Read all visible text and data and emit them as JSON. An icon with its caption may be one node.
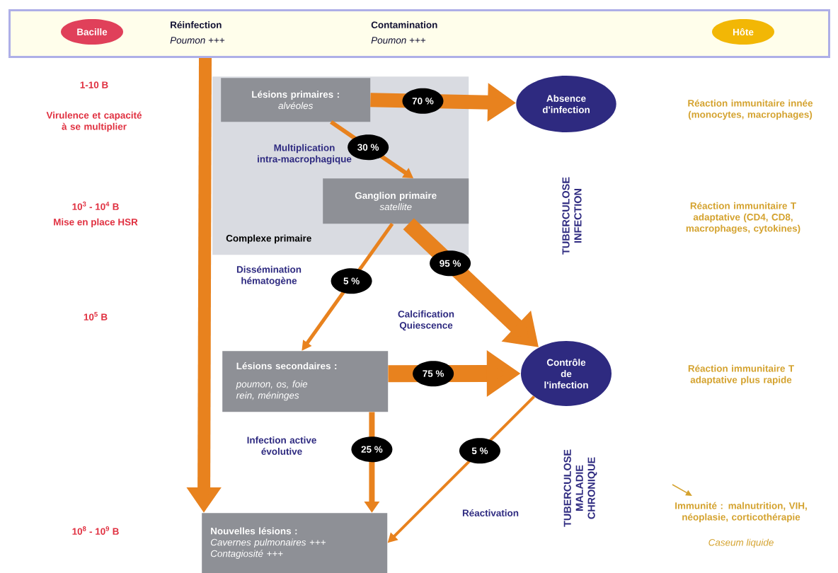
{
  "diagram": {
    "nodes": [
      {
        "text": [
          "Réinfection",
          "Poumon +++",
          "Contamination",
          "Poumon +++"
        ]
      },
      {
        "text": [
          "Bacille"
        ],
        "in": 0
      },
      {
        "text": [
          "Hôte"
        ],
        "in": 0
      },
      {
        "text": [
          "Complexe primaire"
        ]
      },
      {
        "text": [
          "Lésions primaires :",
          "alvéoles"
        ],
        "in": 3
      },
      {
        "text": [
          "Ganglion primaire",
          "satellite"
        ],
        "in": 3
      },
      {
        "text": [
          "Absence d'infection"
        ]
      },
      {
        "text": [
          "Contrôle de l'infection"
        ]
      },
      {
        "text": [
          "Lésions secondaires :",
          "poumon, os, foie rein, méninges"
        ]
      },
      {
        "text": [
          "Nouvelles lésions :",
          "Cavernes pulmonaires +++",
          "Contagiosité +++"
        ]
      }
    ],
    "edges": [
      {
        "from": 4,
        "to": 6,
        "arrow": "to",
        "label": "70 %",
        "style": "thick"
      },
      {
        "from": 4,
        "to": 5,
        "arrow": "to",
        "label": "30 %"
      },
      {
        "from": 5,
        "to": 8,
        "arrow": "to",
        "label": "5 %"
      },
      {
        "from": 5,
        "to": 7,
        "arrow": "to",
        "label": "95 %",
        "style": "thick"
      },
      {
        "from": 8,
        "to": 7,
        "arrow": "to",
        "label": "75 %",
        "style": "thick"
      },
      {
        "from": 8,
        "to": 9,
        "arrow": "to",
        "label": "25 %"
      },
      {
        "from": 7,
        "to": 9,
        "arrow": "to",
        "label": "5 %"
      },
      {
        "from": 0,
        "to": 9,
        "arrow": "to",
        "style": "thick"
      }
    ],
    "labels": [
      "1-10 B",
      "Virulence et capacité à se multiplier",
      "10$^{3}$ - 10$^{4}$  B",
      "Mise en place  HSR",
      "10$^{5}$  B",
      "10$^{8}$ - 10$^{9}$ B",
      "Multiplication intra-macrophagique",
      "Dissémination hématogène",
      "Calcification Quiescence",
      "Infection active évolutive",
      "Réactivation",
      "TUBERCULOSE INFECTION",
      "TUBERCULOSE MALADIE CHRONIQUE",
      "Réaction immunitaire innée (monocytes, macrophages)",
      "Réaction immunitaire T adaptative (CD4, CD8, macrophages, cytokines)",
      "Réaction immunitaire T adaptative plus rapide",
      "Immunité : malnutrition, VIH, néoplasie, corticothérapie",
      "Caseum liquide"
    ]
  }
}
